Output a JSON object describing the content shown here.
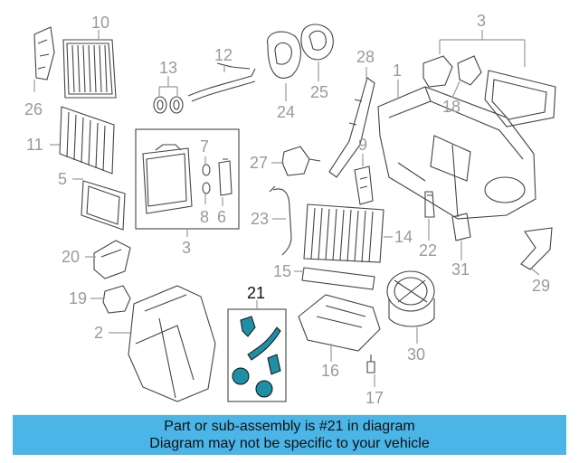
{
  "diagram": {
    "part_numbers": [
      "1",
      "2",
      "3",
      "5",
      "6",
      "7",
      "8",
      "9",
      "10",
      "11",
      "12",
      "13",
      "14",
      "15",
      "16",
      "17",
      "18",
      "19",
      "20",
      "22",
      "23",
      "24",
      "25",
      "26",
      "27",
      "28",
      "29",
      "30",
      "31"
    ],
    "highlighted_part": "21"
  },
  "banner": {
    "line1": "Part or sub-assembly is #21 in diagram",
    "line2": "Diagram may not be specific to your vehicle"
  },
  "colors": {
    "banner_bg": "#4ab5e6",
    "highlight_fill": "#1f8fa6",
    "callout_gray": "#9a9a9a",
    "part_line": "#444444"
  }
}
